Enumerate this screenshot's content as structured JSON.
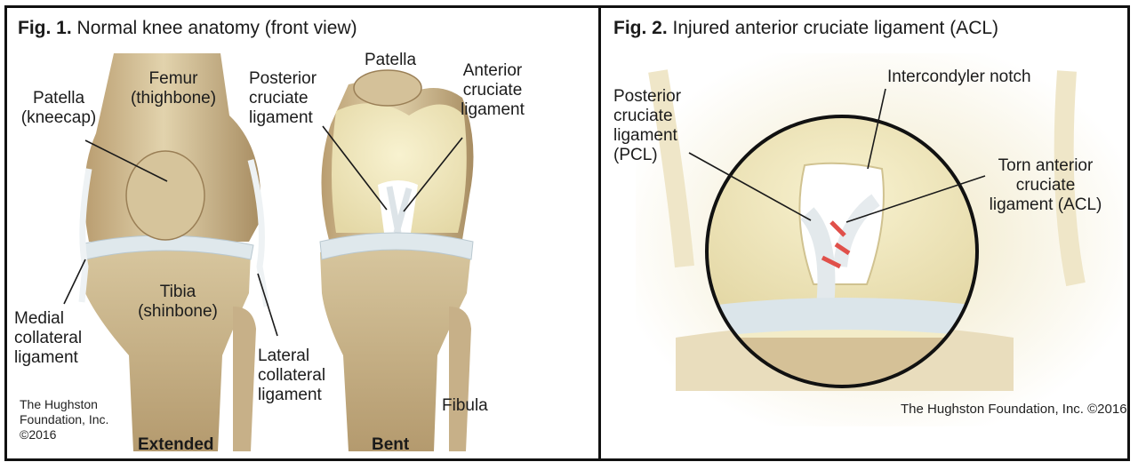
{
  "figure1": {
    "number": "Fig. 1.",
    "title": "Normal knee anatomy (front view)",
    "labels": {
      "femur": "Femur\n(thighbone)",
      "patella_kneecap": "Patella\n(kneecap)",
      "pcl": "Posterior\ncruciate\nligament",
      "patella": "Patella",
      "acl": "Anterior\ncruciate\nligament",
      "tibia": "Tibia\n(shinbone)",
      "mcl": "Medial\ncollateral\nligament",
      "lcl": "Lateral\ncollateral\nligament",
      "fibula": "Fibula"
    },
    "credit": "The Hughston\nFoundation, Inc.\n©2016",
    "caption_extended": "Extended",
    "caption_bent": "Bent"
  },
  "figure2": {
    "number": "Fig. 2.",
    "title": "Injured anterior cruciate ligament (ACL)",
    "labels": {
      "pcl": "Posterior\ncruciate\nligament\n(PCL)",
      "notch": "Intercondyler notch",
      "torn_acl": "Torn anterior\ncruciate\nligament (ACL)"
    },
    "credit": "The Hughston Foundation, Inc. ©2016"
  },
  "colors": {
    "bone": "#d9c9a3",
    "bone_dark": "#a08660",
    "cartilage": "#f2ebc4",
    "meniscus": "#dde6ea",
    "ligament": "#e8edf0",
    "injury": "#e0504a",
    "border": "#111111"
  }
}
